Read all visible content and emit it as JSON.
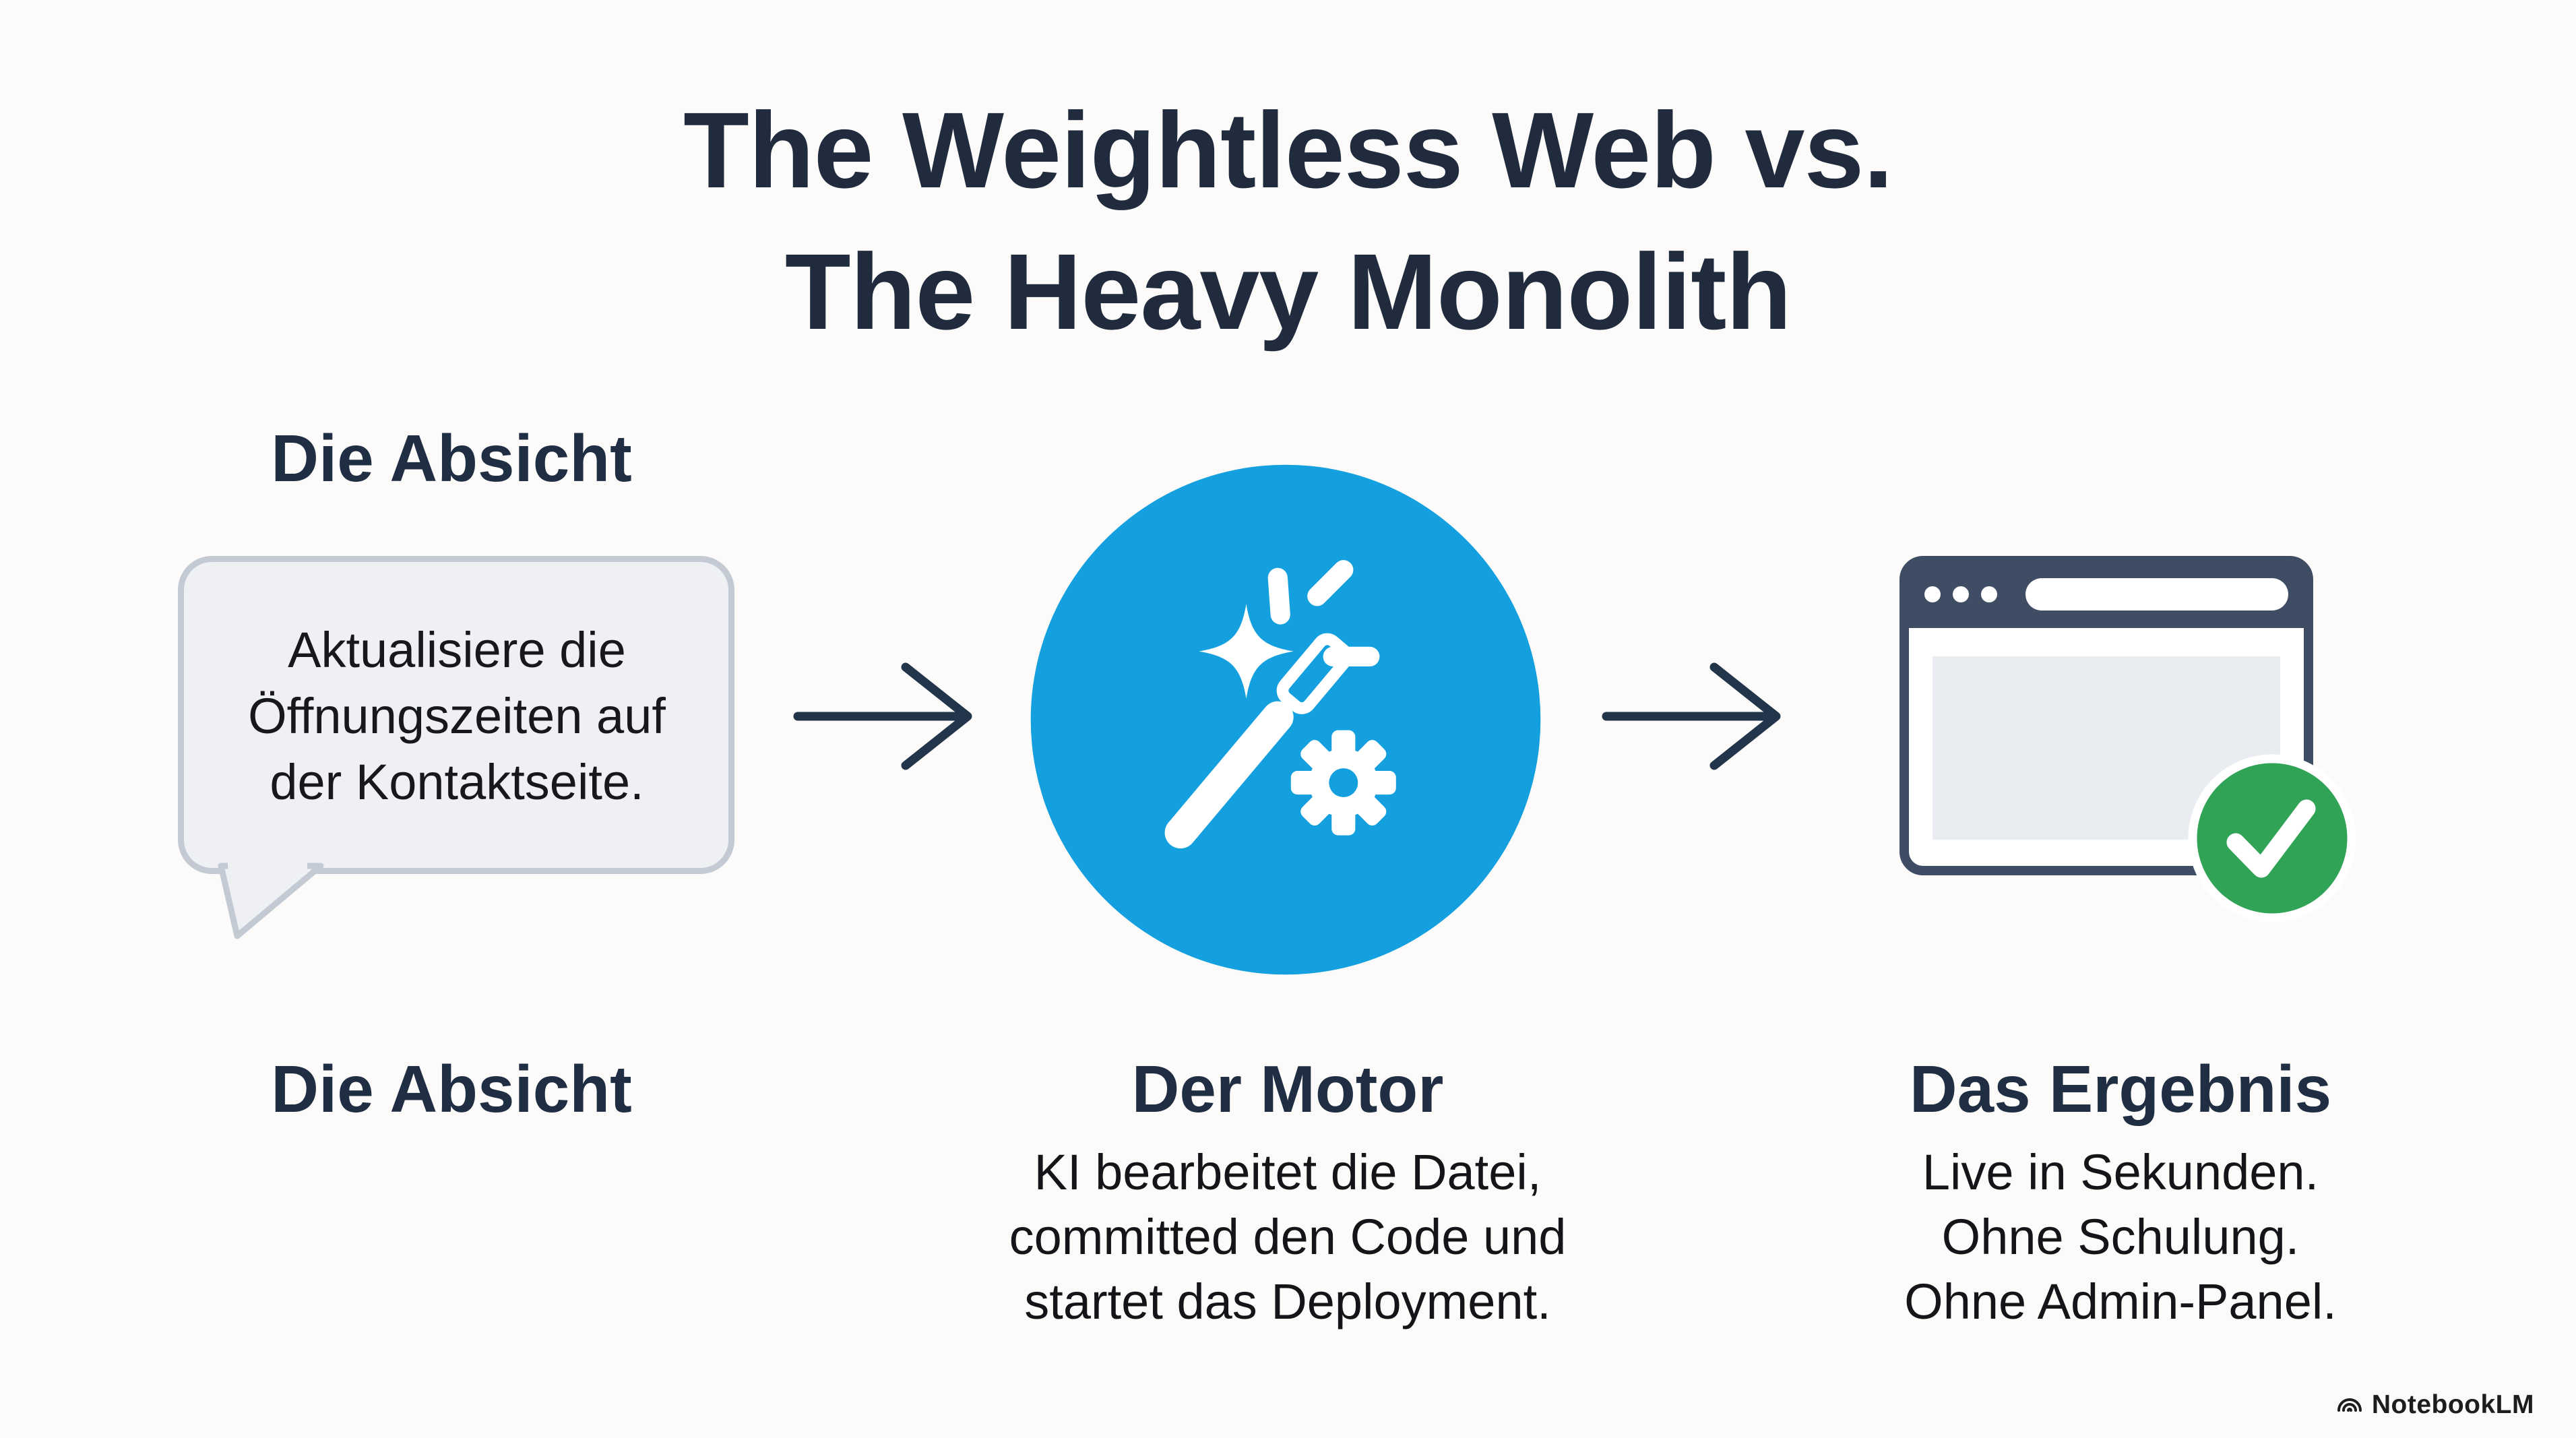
{
  "title": {
    "line1": "The Weightless Web vs.",
    "line2": "The Heavy Monolith"
  },
  "columns": {
    "intent": {
      "heading_top": "Die Absicht",
      "heading_bottom": "Die Absicht",
      "bubble_lines": [
        "Aktualisiere die",
        "Öffnungszeiten auf",
        "der Kontaktseite."
      ]
    },
    "engine": {
      "heading": "Der Motor",
      "body_lines": [
        "KI bearbeitet die Datei,",
        "committed den Code und",
        "startet das Deployment."
      ]
    },
    "result": {
      "heading": "Das Ergebnis",
      "body_lines": [
        "Live in Sekunden.",
        "Ohne Schulung.",
        "Ohne Admin-Panel."
      ]
    }
  },
  "watermark": {
    "label": "NotebookLM"
  },
  "icons": {
    "intent": "speech-bubble-icon",
    "engine": "magic-wand-gear-icon",
    "result": "browser-window-check-icon",
    "flow": "arrow-right-icon",
    "watermark": "notebooklm-arcs-icon"
  },
  "colors": {
    "background": "#fcfbfa",
    "title_navy": "#202c3e",
    "heading_navy": "#1f2e42",
    "body_black": "#141518",
    "accent_blue": "#14a0de",
    "accent_green": "#30a357",
    "browser_chrome": "#3e4d63",
    "bubble_fill": "#eef0f4",
    "bubble_border": "#c4cad3",
    "arrow_navy": "#22354a",
    "content_gray": "#e9edf1"
  }
}
